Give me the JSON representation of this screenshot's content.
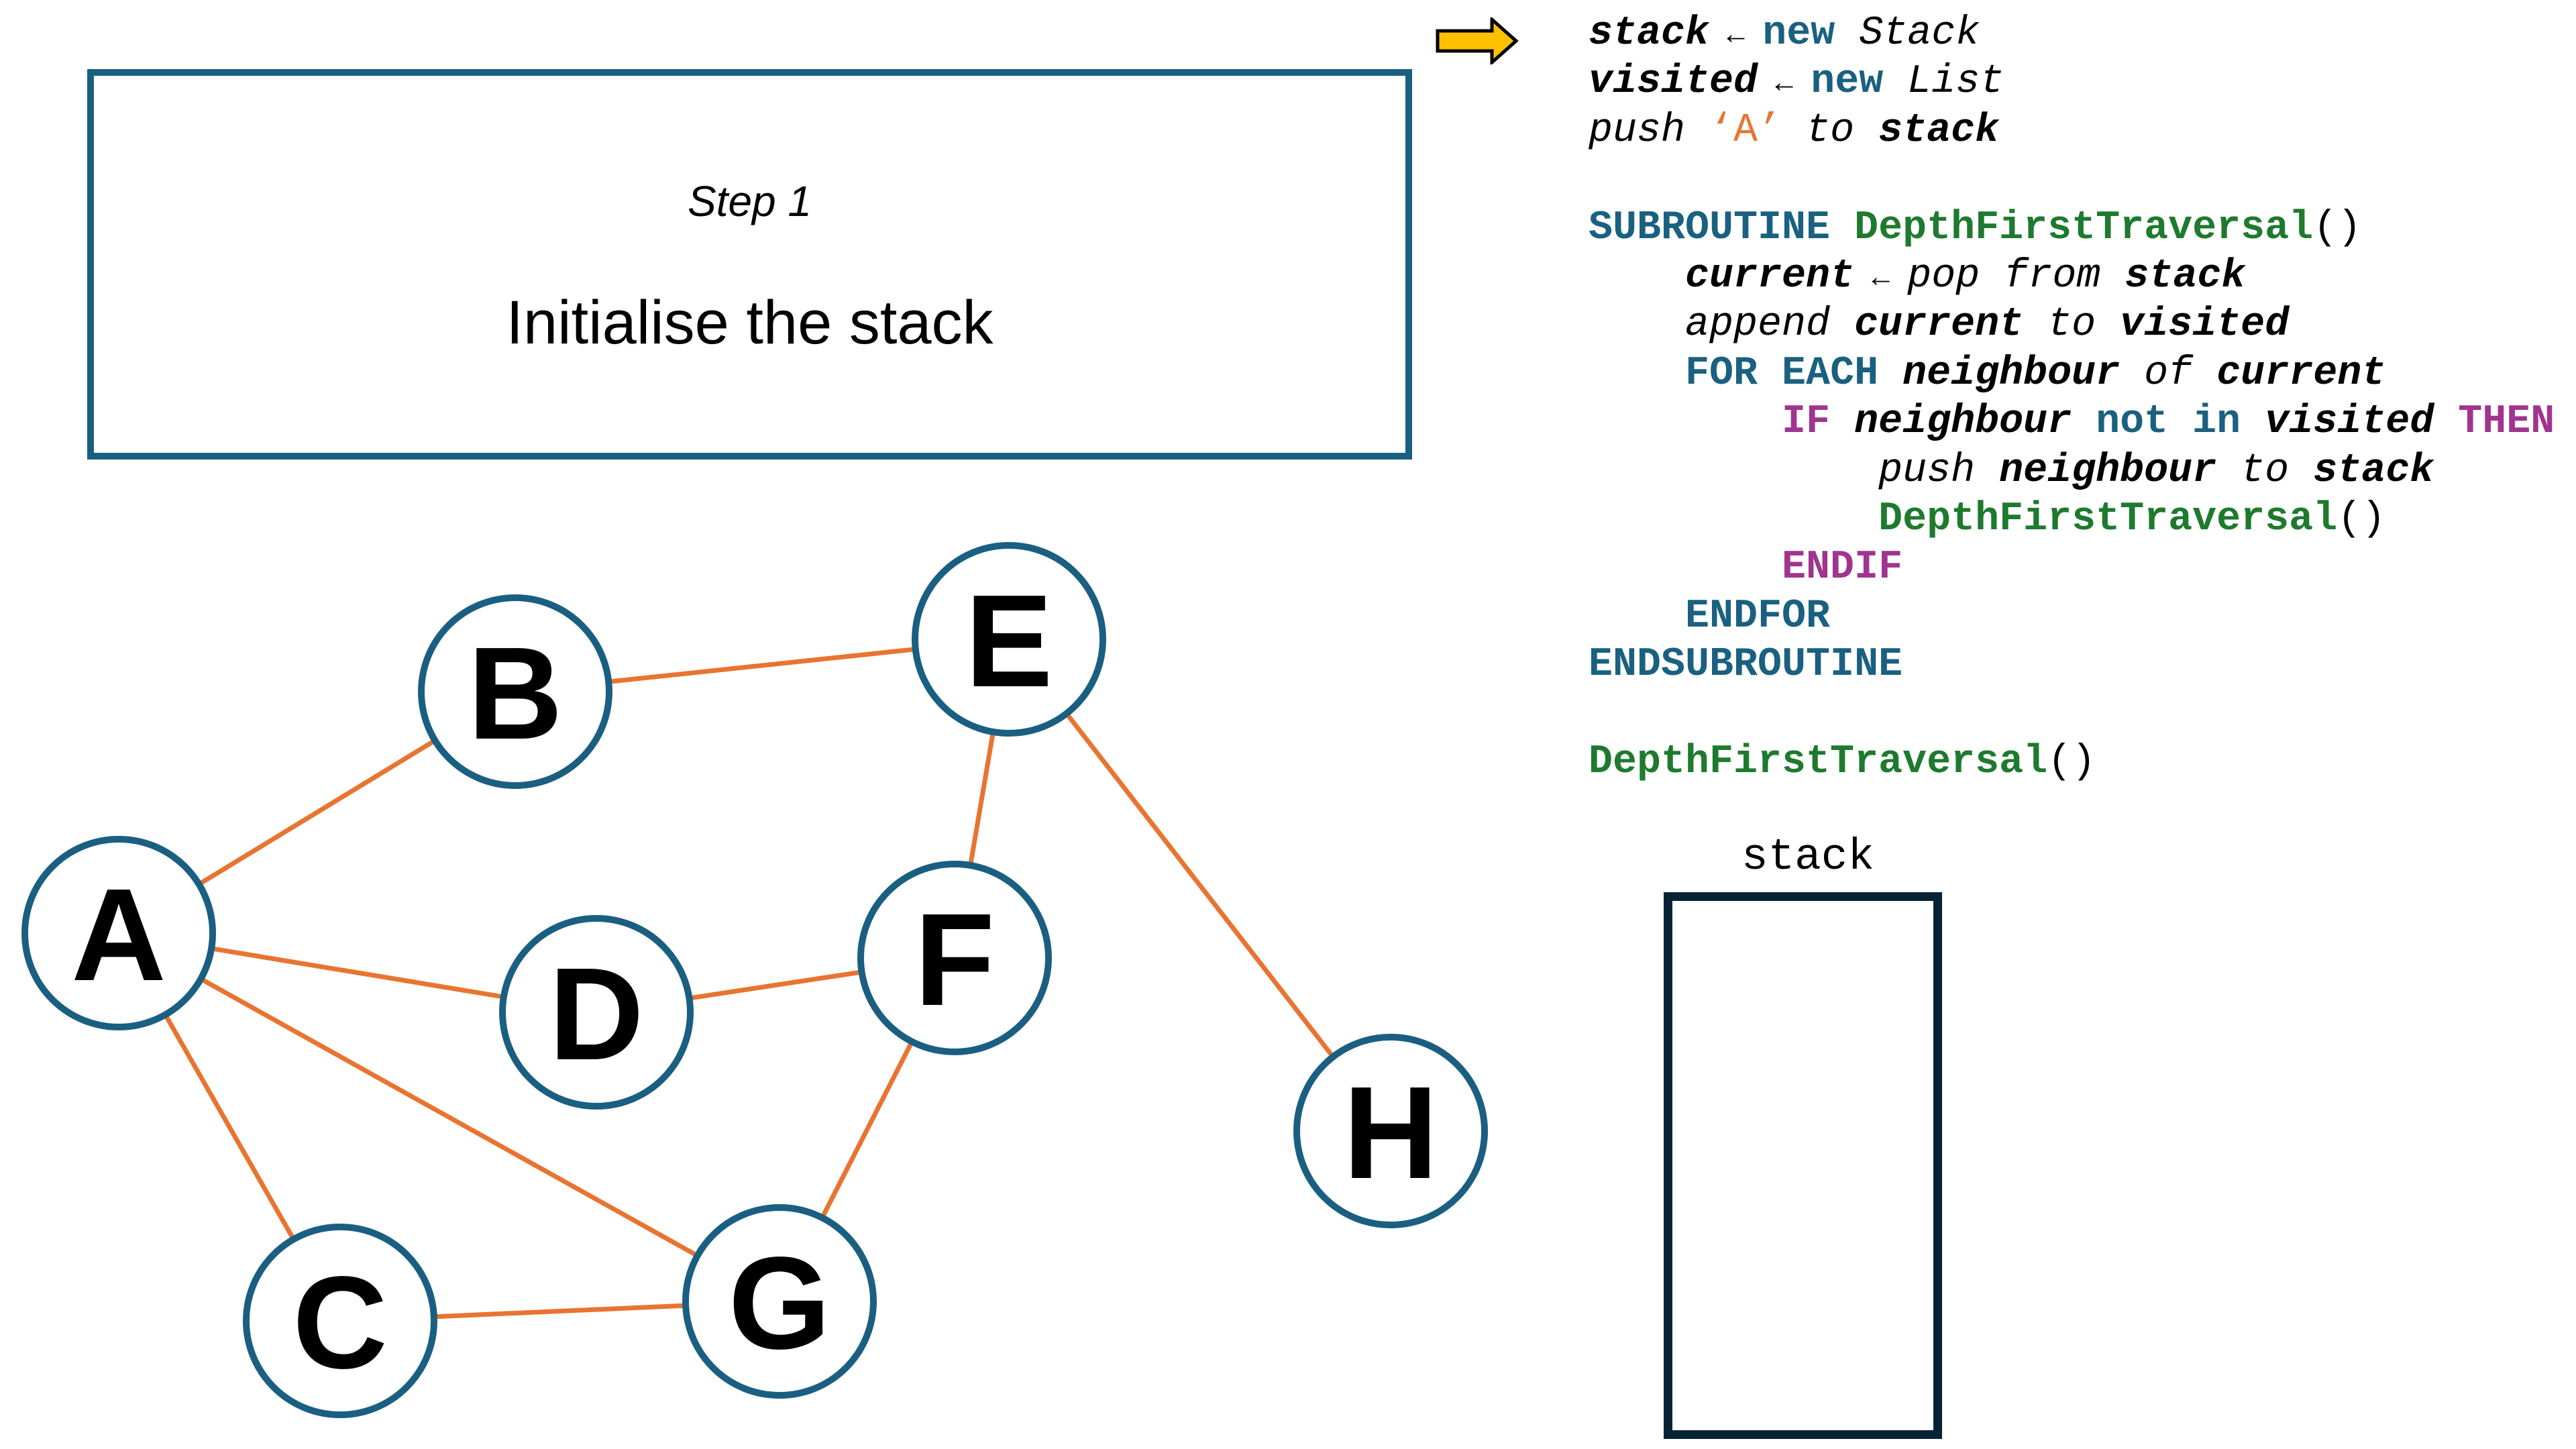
{
  "step": {
    "label": "Step 1",
    "title": "Initialise the stack"
  },
  "colors": {
    "node_border": "#1a5f82",
    "edge": "#e87431",
    "keyword_blue": "#1a6080",
    "function_green": "#1e7a2e",
    "control_magenta": "#a0348f",
    "string_orange": "#e87431",
    "pointer_arrow": "#ffc000",
    "stack_border": "#062335"
  },
  "pointer": {
    "icon": "right-arrow-icon",
    "current_line": 0
  },
  "code": {
    "lines": [
      {
        "indent": 0,
        "tokens": [
          {
            "t": "stack",
            "k": "var"
          },
          {
            "t": " ← ",
            "k": "op"
          },
          {
            "t": "new",
            "k": "kw"
          },
          {
            "t": " Stack",
            "k": "txt"
          }
        ]
      },
      {
        "indent": 0,
        "tokens": [
          {
            "t": "visited",
            "k": "var"
          },
          {
            "t": " ← ",
            "k": "op"
          },
          {
            "t": "new",
            "k": "kw"
          },
          {
            "t": " List",
            "k": "txt"
          }
        ]
      },
      {
        "indent": 0,
        "tokens": [
          {
            "t": "push ",
            "k": "txt"
          },
          {
            "t": "‘A’",
            "k": "str"
          },
          {
            "t": " to ",
            "k": "txt"
          },
          {
            "t": "stack",
            "k": "var"
          }
        ]
      },
      {
        "indent": 0,
        "tokens": []
      },
      {
        "indent": 0,
        "tokens": [
          {
            "t": "SUBROUTINE",
            "k": "kw"
          },
          {
            "t": " ",
            "k": "plain"
          },
          {
            "t": "DepthFirstTraversal",
            "k": "fn"
          },
          {
            "t": "()",
            "k": "plain"
          }
        ]
      },
      {
        "indent": 1,
        "tokens": [
          {
            "t": "current",
            "k": "var"
          },
          {
            "t": " ← ",
            "k": "op"
          },
          {
            "t": "pop from ",
            "k": "txt"
          },
          {
            "t": "stack",
            "k": "var"
          }
        ]
      },
      {
        "indent": 1,
        "tokens": [
          {
            "t": "append ",
            "k": "txt"
          },
          {
            "t": "current",
            "k": "var"
          },
          {
            "t": " to ",
            "k": "txt"
          },
          {
            "t": "visited",
            "k": "var"
          }
        ]
      },
      {
        "indent": 1,
        "tokens": [
          {
            "t": "FOR EACH",
            "k": "kw"
          },
          {
            "t": " ",
            "k": "plain"
          },
          {
            "t": "neighbour",
            "k": "var"
          },
          {
            "t": " of ",
            "k": "txt"
          },
          {
            "t": "current",
            "k": "var"
          }
        ]
      },
      {
        "indent": 2,
        "tokens": [
          {
            "t": "IF",
            "k": "ctl"
          },
          {
            "t": " ",
            "k": "plain"
          },
          {
            "t": "neighbour",
            "k": "var"
          },
          {
            "t": " ",
            "k": "plain"
          },
          {
            "t": "not in",
            "k": "kw"
          },
          {
            "t": " ",
            "k": "plain"
          },
          {
            "t": "visited",
            "k": "var"
          },
          {
            "t": " ",
            "k": "plain"
          },
          {
            "t": "THEN",
            "k": "ctl"
          }
        ]
      },
      {
        "indent": 3,
        "tokens": [
          {
            "t": "push ",
            "k": "txt"
          },
          {
            "t": "neighbour",
            "k": "var"
          },
          {
            "t": " to ",
            "k": "txt"
          },
          {
            "t": "stack",
            "k": "var"
          }
        ]
      },
      {
        "indent": 3,
        "tokens": [
          {
            "t": "DepthFirstTraversal",
            "k": "fn"
          },
          {
            "t": "()",
            "k": "plain"
          }
        ]
      },
      {
        "indent": 2,
        "tokens": [
          {
            "t": "ENDIF",
            "k": "ctl"
          }
        ]
      },
      {
        "indent": 1,
        "tokens": [
          {
            "t": "ENDFOR",
            "k": "kw"
          }
        ]
      },
      {
        "indent": 0,
        "tokens": [
          {
            "t": "ENDSUBROUTINE",
            "k": "kw"
          }
        ]
      },
      {
        "indent": 0,
        "tokens": []
      },
      {
        "indent": 0,
        "tokens": [
          {
            "t": "DepthFirstTraversal",
            "k": "fn"
          },
          {
            "t": "()",
            "k": "plain"
          }
        ]
      }
    ]
  },
  "graph": {
    "nodes": [
      {
        "id": "A",
        "label": "A"
      },
      {
        "id": "B",
        "label": "B"
      },
      {
        "id": "C",
        "label": "C"
      },
      {
        "id": "D",
        "label": "D"
      },
      {
        "id": "E",
        "label": "E"
      },
      {
        "id": "F",
        "label": "F"
      },
      {
        "id": "G",
        "label": "G"
      },
      {
        "id": "H",
        "label": "H"
      }
    ],
    "edges": [
      [
        "A",
        "B"
      ],
      [
        "B",
        "E"
      ],
      [
        "E",
        "F"
      ],
      [
        "E",
        "H"
      ],
      [
        "A",
        "D"
      ],
      [
        "D",
        "F"
      ],
      [
        "A",
        "G"
      ],
      [
        "A",
        "C"
      ],
      [
        "C",
        "G"
      ],
      [
        "F",
        "G"
      ]
    ]
  },
  "stack": {
    "label": "stack",
    "items": []
  }
}
